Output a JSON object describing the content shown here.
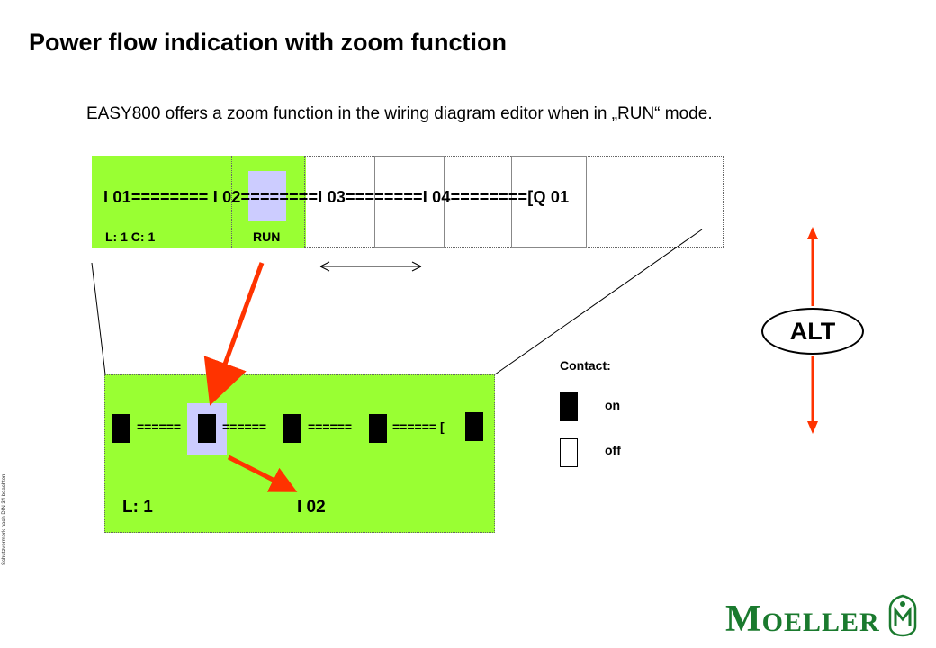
{
  "slide": {
    "title": "Power flow indication with zoom function",
    "intro": "EASY800 offers a zoom function in the wiring diagram editor when in „RUN“ mode."
  },
  "display_top": {
    "circuit": "I 01======== I 02========I 03========I 04========[Q 01",
    "status_line": "L:   1  C: 1",
    "mode": "RUN"
  },
  "display_zoom": {
    "segments": [
      "======",
      "======",
      "======",
      "====== ["
    ],
    "line_label": "L:   1",
    "contact_label": "I 02"
  },
  "alt_button": {
    "label": "ALT"
  },
  "legend": {
    "title": "Contact:",
    "on": "on",
    "off": "off"
  },
  "footer": {
    "side_note": "Schutzvermerk nach DIN 34 beachten",
    "brand_initial": "M",
    "brand_rest": "OELLER"
  },
  "colors": {
    "lcd_green": "#99ff33",
    "cursor_lavender": "#ccccff",
    "arrow_red": "#ff3300",
    "brand_green": "#1a7a2e"
  },
  "icons": [
    "moeller-logo-icon"
  ]
}
